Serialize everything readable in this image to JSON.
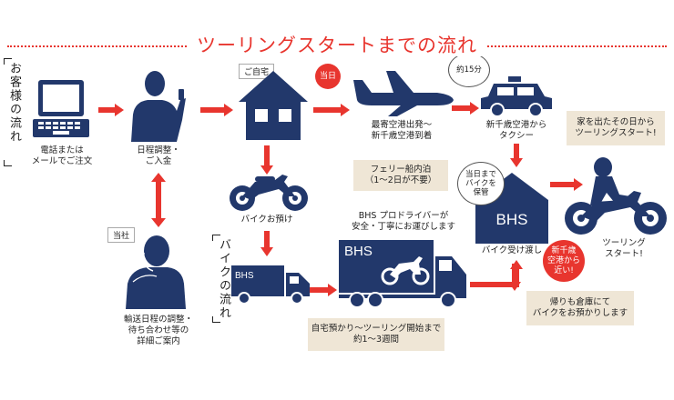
{
  "title": "ツーリングスタートまでの流れ",
  "side_labels": {
    "customer": "お客様の流れ",
    "bike": "バイクの流れ"
  },
  "tags": {
    "home": "ご自宅",
    "company": "当社"
  },
  "badges": {
    "today": "当日",
    "duration": "約15分"
  },
  "labels": {
    "order": "電話または\nメールでご注文",
    "schedule": "日程調整・\nご入金",
    "flight": "最寄空港出発～\n新千歳空港到着",
    "taxi": "新千歳空港から\nタクシー",
    "bike_deposit": "バイクお預け",
    "coordination": "輸送日程の調整・\n待ち合わせ等の\n詳細ご案内",
    "transport": "BHS プロドライバーが\n安全・丁寧にお運びします",
    "bhs_receive": "バイク受け渡し",
    "touring_start": "ツーリング\nスタート!"
  },
  "notes": {
    "ferry": "フェリー船内泊\n（1～2日が不要）",
    "period": "自宅預かり～ツーリング開始まで\n約1～3週間",
    "return_storage": "帰りも倉庫にて\nバイクをお預かりします",
    "start_day": "家を出たその日から\nツーリングスタート!"
  },
  "bubbles": {
    "storage": "当日まで\nバイクを\n保管",
    "near_airport": "新千歳\n空港から\n近い!"
  },
  "brand": {
    "truck_small": "BHS",
    "truck_large": "BHS",
    "building": "BHS"
  },
  "colors": {
    "navy": "#22386b",
    "red": "#e8352e",
    "beige": "#efe6d6"
  }
}
